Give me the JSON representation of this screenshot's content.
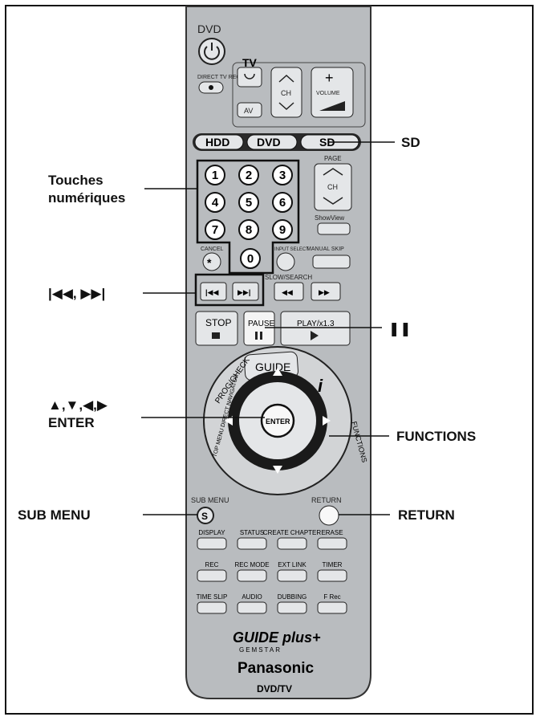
{
  "remote": {
    "dvd_label": "DVD",
    "tv_label": "TV",
    "ch_label": "CH",
    "volume_label": "VOLUME",
    "av_label": "AV",
    "direct_tv_rec_label": "DIRECT TV REC",
    "drive_hdd": "HDD",
    "drive_dvd": "DVD",
    "drive_sd": "SD",
    "page_label": "PAGE",
    "page_ch_label": "CH",
    "showview_label": "ShowView",
    "cancel_label": "CANCEL",
    "input_select_label": "INPUT SELECT",
    "manual_skip_label": "MANUAL SKIP",
    "slow_search_label": "SLOW/SEARCH",
    "stop_label": "STOP",
    "pause_label": "PAUSE",
    "play_label": "PLAY/x1.3",
    "guide_label": "GUIDE",
    "prog_check_label": "PROG/CHECK",
    "info_label": "i",
    "enter_label": "ENTER",
    "top_menu_label": "TOP MENU DIRECT NAVIGATOR",
    "functions_label": "FUNCTIONS",
    "sub_menu_label": "SUB MENU",
    "s_label": "S",
    "return_label": "RETURN",
    "display_label": "DISPLAY",
    "status_label": "STATUS",
    "create_chapter_label": "CREATE CHAPTER",
    "erase_label": "ERASE",
    "rec_label": "REC",
    "rec_mode_label": "REC MODE",
    "ext_link_label": "EXT LINK",
    "timer_label": "TIMER",
    "time_slip_label": "TIME SLIP",
    "audio_label": "AUDIO",
    "dubbing_label": "DUBBING",
    "f_rec_label": "F Rec",
    "guideplus_label": "GUIDE plus+",
    "gemstar_label": "GEMSTAR",
    "brand_label": "Panasonic",
    "model_label": "DVD/TV",
    "numbers": [
      "1",
      "2",
      "3",
      "4",
      "5",
      "6",
      "7",
      "8",
      "9",
      "0"
    ]
  },
  "callouts": {
    "sd": "SD",
    "touches_line1": "Touches",
    "touches_line2": "numériques",
    "skip": "|◀◀, ▶▶|",
    "pause": "❚❚",
    "arrows_line1": "▲,▼,◀,▶",
    "arrows_line2": "ENTER",
    "functions": "FUNCTIONS",
    "sub_menu": "SUB MENU",
    "return": "RETURN"
  },
  "colors": {
    "body": "#b9bcbf",
    "button": "#e4e6e8",
    "button_dark": "#2a2a2a",
    "ring": "#1a1a1a",
    "line": "#111111"
  }
}
